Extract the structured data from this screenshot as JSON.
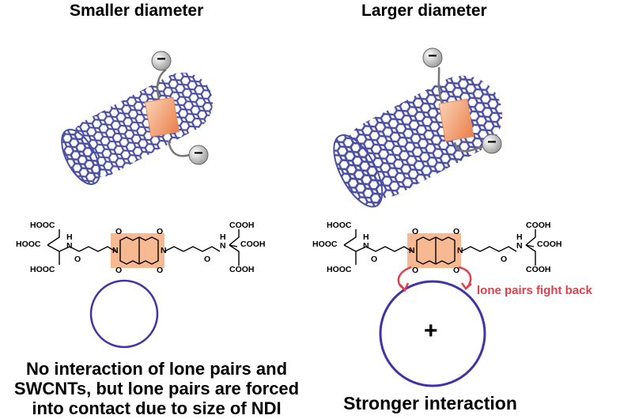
{
  "headings": {
    "left": "Smaller diameter",
    "right": "Larger diameter"
  },
  "charges": {
    "minus": "−",
    "plus": "+"
  },
  "molecule": {
    "cooh_left": "HOOC",
    "cooh_right": "COOH",
    "n": "N",
    "h": "H",
    "o": "O"
  },
  "annotation": "lone pairs fight back",
  "captions": {
    "left": "No interaction of lone pairs and SWCNTs, but lone pairs are forced into contact due to size of NDI",
    "right": "Stronger interaction"
  },
  "colors": {
    "tube": "#4b4fa3",
    "ndi_block": "#f3a074",
    "ring": "#3f33a8",
    "arrow": "#e0404a"
  }
}
